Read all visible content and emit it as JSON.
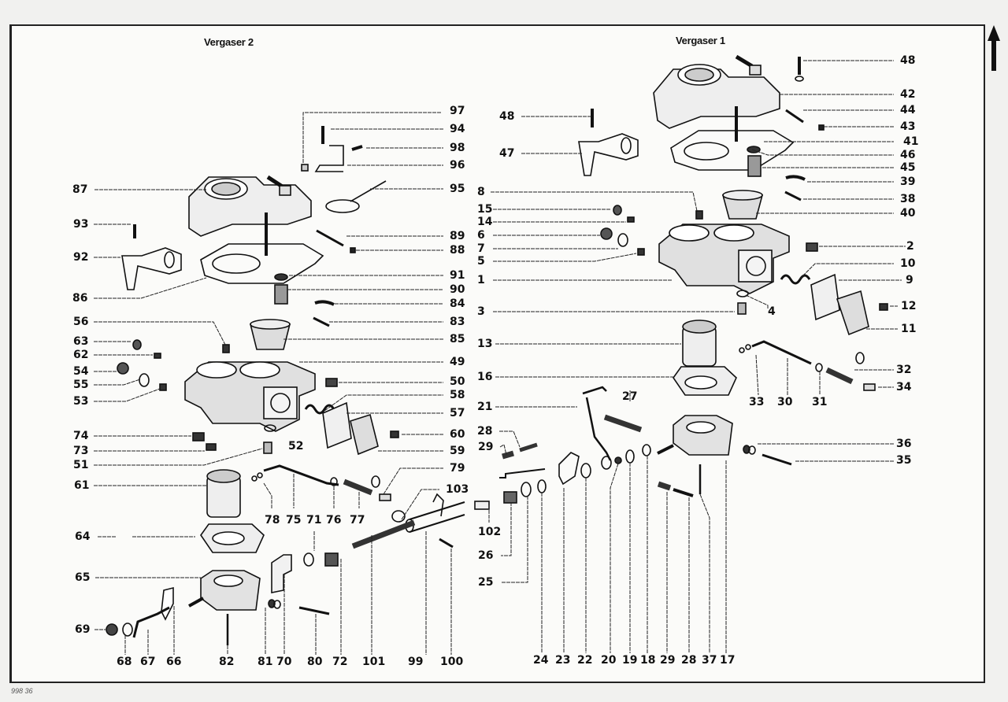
{
  "diagram": {
    "type": "exploded-parts-diagram",
    "subject": "Carburetor assembly (two carburetors)",
    "sections": [
      {
        "id": "vergaser-2",
        "title": "Vergaser 2"
      },
      {
        "id": "vergaser-1",
        "title": "Vergaser 1"
      }
    ],
    "footer_code": "998 36",
    "orientation_indicator": "up-arrow-icon",
    "callouts": [
      {
        "label": "97",
        "section": "vergaser-2"
      },
      {
        "label": "94",
        "section": "vergaser-2"
      },
      {
        "label": "98",
        "section": "vergaser-2"
      },
      {
        "label": "96",
        "section": "vergaser-2"
      },
      {
        "label": "95",
        "section": "vergaser-2"
      },
      {
        "label": "87",
        "section": "vergaser-2"
      },
      {
        "label": "93",
        "section": "vergaser-2"
      },
      {
        "label": "89",
        "section": "vergaser-2"
      },
      {
        "label": "88",
        "section": "vergaser-2"
      },
      {
        "label": "92",
        "section": "vergaser-2"
      },
      {
        "label": "91",
        "section": "vergaser-2"
      },
      {
        "label": "86",
        "section": "vergaser-2"
      },
      {
        "label": "90",
        "section": "vergaser-2"
      },
      {
        "label": "84",
        "section": "vergaser-2"
      },
      {
        "label": "56",
        "section": "vergaser-2"
      },
      {
        "label": "83",
        "section": "vergaser-2"
      },
      {
        "label": "63",
        "section": "vergaser-2"
      },
      {
        "label": "85",
        "section": "vergaser-2"
      },
      {
        "label": "62",
        "section": "vergaser-2"
      },
      {
        "label": "49",
        "section": "vergaser-2"
      },
      {
        "label": "54",
        "section": "vergaser-2"
      },
      {
        "label": "55",
        "section": "vergaser-2"
      },
      {
        "label": "50",
        "section": "vergaser-2"
      },
      {
        "label": "53",
        "section": "vergaser-2"
      },
      {
        "label": "58",
        "section": "vergaser-2"
      },
      {
        "label": "57",
        "section": "vergaser-2"
      },
      {
        "label": "74",
        "section": "vergaser-2"
      },
      {
        "label": "60",
        "section": "vergaser-2"
      },
      {
        "label": "52",
        "section": "vergaser-2"
      },
      {
        "label": "73",
        "section": "vergaser-2"
      },
      {
        "label": "59",
        "section": "vergaser-2"
      },
      {
        "label": "51",
        "section": "vergaser-2"
      },
      {
        "label": "79",
        "section": "vergaser-2"
      },
      {
        "label": "61",
        "section": "vergaser-2"
      },
      {
        "label": "103",
        "section": "vergaser-2"
      },
      {
        "label": "78",
        "section": "vergaser-2"
      },
      {
        "label": "75",
        "section": "vergaser-2"
      },
      {
        "label": "71",
        "section": "vergaser-2"
      },
      {
        "label": "76",
        "section": "vergaser-2"
      },
      {
        "label": "77",
        "section": "vergaser-2"
      },
      {
        "label": "64",
        "section": "vergaser-2"
      },
      {
        "label": "65",
        "section": "vergaser-2"
      },
      {
        "label": "69",
        "section": "vergaser-2"
      },
      {
        "label": "68",
        "section": "vergaser-2"
      },
      {
        "label": "67",
        "section": "vergaser-2"
      },
      {
        "label": "66",
        "section": "vergaser-2"
      },
      {
        "label": "82",
        "section": "vergaser-2"
      },
      {
        "label": "81",
        "section": "vergaser-2"
      },
      {
        "label": "70",
        "section": "vergaser-2"
      },
      {
        "label": "80",
        "section": "vergaser-2"
      },
      {
        "label": "72",
        "section": "vergaser-2"
      },
      {
        "label": "101",
        "section": "vergaser-2"
      },
      {
        "label": "99",
        "section": "vergaser-2"
      },
      {
        "label": "100",
        "section": "vergaser-2"
      },
      {
        "label": "48",
        "section": "vergaser-1"
      },
      {
        "label": "42",
        "section": "vergaser-1"
      },
      {
        "label": "44",
        "section": "vergaser-1"
      },
      {
        "label": "48",
        "section": "vergaser-1"
      },
      {
        "label": "43",
        "section": "vergaser-1"
      },
      {
        "label": "47",
        "section": "vergaser-1"
      },
      {
        "label": "41",
        "section": "vergaser-1"
      },
      {
        "label": "46",
        "section": "vergaser-1"
      },
      {
        "label": "45",
        "section": "vergaser-1"
      },
      {
        "label": "8",
        "section": "vergaser-1"
      },
      {
        "label": "39",
        "section": "vergaser-1"
      },
      {
        "label": "38",
        "section": "vergaser-1"
      },
      {
        "label": "15",
        "section": "vergaser-1"
      },
      {
        "label": "40",
        "section": "vergaser-1"
      },
      {
        "label": "14",
        "section": "vergaser-1"
      },
      {
        "label": "6",
        "section": "vergaser-1"
      },
      {
        "label": "7",
        "section": "vergaser-1"
      },
      {
        "label": "2",
        "section": "vergaser-1"
      },
      {
        "label": "5",
        "section": "vergaser-1"
      },
      {
        "label": "10",
        "section": "vergaser-1"
      },
      {
        "label": "1",
        "section": "vergaser-1"
      },
      {
        "label": "9",
        "section": "vergaser-1"
      },
      {
        "label": "3",
        "section": "vergaser-1"
      },
      {
        "label": "4",
        "section": "vergaser-1"
      },
      {
        "label": "12",
        "section": "vergaser-1"
      },
      {
        "label": "11",
        "section": "vergaser-1"
      },
      {
        "label": "13",
        "section": "vergaser-1"
      },
      {
        "label": "32",
        "section": "vergaser-1"
      },
      {
        "label": "16",
        "section": "vergaser-1"
      },
      {
        "label": "34",
        "section": "vergaser-1"
      },
      {
        "label": "33",
        "section": "vergaser-1"
      },
      {
        "label": "30",
        "section": "vergaser-1"
      },
      {
        "label": "31",
        "section": "vergaser-1"
      },
      {
        "label": "27",
        "section": "vergaser-1"
      },
      {
        "label": "21",
        "section": "vergaser-1"
      },
      {
        "label": "28",
        "section": "vergaser-1"
      },
      {
        "label": "36",
        "section": "vergaser-1"
      },
      {
        "label": "29",
        "section": "vergaser-1"
      },
      {
        "label": "35",
        "section": "vergaser-1"
      },
      {
        "label": "102",
        "section": "vergaser-1"
      },
      {
        "label": "26",
        "section": "vergaser-1"
      },
      {
        "label": "25",
        "section": "vergaser-1"
      },
      {
        "label": "24",
        "section": "vergaser-1"
      },
      {
        "label": "23",
        "section": "vergaser-1"
      },
      {
        "label": "22",
        "section": "vergaser-1"
      },
      {
        "label": "20",
        "section": "vergaser-1"
      },
      {
        "label": "19",
        "section": "vergaser-1"
      },
      {
        "label": "18",
        "section": "vergaser-1"
      },
      {
        "label": "29",
        "section": "vergaser-1"
      },
      {
        "label": "28",
        "section": "vergaser-1"
      },
      {
        "label": "37",
        "section": "vergaser-1"
      },
      {
        "label": "17",
        "section": "vergaser-1"
      }
    ]
  }
}
